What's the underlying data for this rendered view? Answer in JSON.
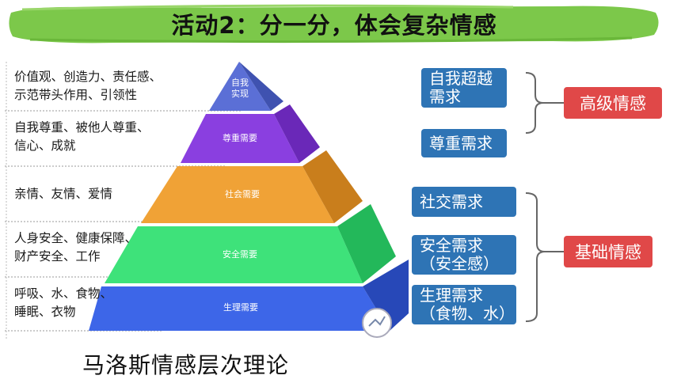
{
  "title": "活动2：分一分，体会复杂情感",
  "caption": "马洛斯情感层次理论",
  "rows": [
    {
      "lines": [
        "价值观、创造力、责任感、",
        "示范带头作用、引领性"
      ]
    },
    {
      "lines": [
        "自我尊重、被他人尊重、",
        "信心、成就"
      ]
    },
    {
      "lines": [
        "亲情、友情、爱情"
      ]
    },
    {
      "lines": [
        "人身安全、健康保障、",
        "财产安全、工作"
      ]
    },
    {
      "lines": [
        "呼吸、水、食物、",
        "睡眠、衣物"
      ]
    }
  ],
  "pyramid": [
    {
      "lines": [
        "自我",
        "实现"
      ],
      "color": "#5b6fd6"
    },
    {
      "lines": [
        "尊重需要"
      ],
      "color": "#8a3fe0"
    },
    {
      "lines": [
        "社会需要"
      ],
      "color": "#f0a236"
    },
    {
      "lines": [
        "安全需要"
      ],
      "color": "#3ee27a"
    },
    {
      "lines": [
        "生理需要"
      ],
      "color": "#3d66e8"
    }
  ],
  "needs": [
    {
      "lines": [
        "自我超越",
        "需求"
      ]
    },
    {
      "lines": [
        "尊重需求"
      ]
    },
    {
      "lines": [
        "社交需求"
      ]
    },
    {
      "lines": [
        "安全需求",
        "（安全感）"
      ]
    },
    {
      "lines": [
        "生理需求",
        "（食物、水）"
      ]
    }
  ],
  "groups": {
    "high": "高级情感",
    "base": "基础情感"
  },
  "colors": {
    "title_band": "#7cc84a",
    "need_box": "#2e74b5",
    "group_box": "#e04848"
  }
}
